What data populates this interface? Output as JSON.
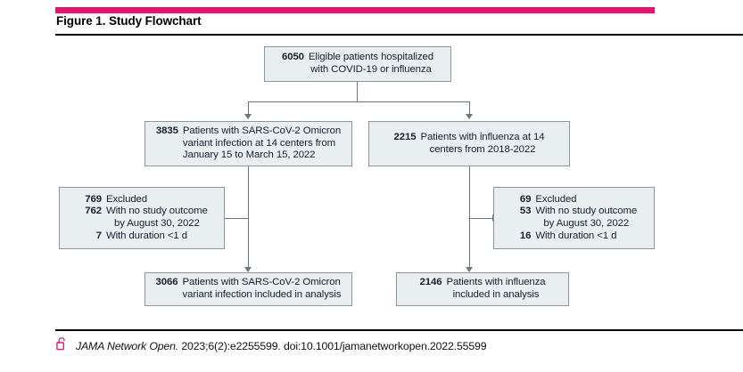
{
  "figure": {
    "title": "Figure 1. Study Flowchart",
    "accent_color": "#e4136e",
    "box_fill": "#e9eff1",
    "box_border": "#8e9699",
    "connector_color": "#6d767b"
  },
  "flow": {
    "source": {
      "number": "6050",
      "lines": [
        "Eligible patients hospitalized",
        "with COVID-19 or influenza"
      ]
    },
    "cohort_covid": {
      "number": "3835",
      "lines": [
        "Patients with SARS-CoV-2 Omicron",
        "variant infection at 14 centers from",
        "January 15 to March 15, 2022"
      ]
    },
    "cohort_influenza": {
      "number": "2215",
      "lines": [
        "Patients with influenza at 14",
        "centers from 2018-2022"
      ]
    },
    "excluded_covid": {
      "number": "769",
      "label": "Excluded",
      "reasons": [
        {
          "number": "762",
          "lines": [
            "With no study outcome",
            "by August 30, 2022"
          ]
        },
        {
          "number": "7",
          "lines": [
            "With duration <1 d"
          ]
        }
      ]
    },
    "excluded_influenza": {
      "number": "69",
      "label": "Excluded",
      "reasons": [
        {
          "number": "53",
          "lines": [
            "With no study outcome",
            "by August 30, 2022"
          ]
        },
        {
          "number": "16",
          "lines": [
            "With duration <1 d"
          ]
        }
      ]
    },
    "analysis_covid": {
      "number": "3066",
      "lines": [
        "Patients with SARS-CoV-2 Omicron",
        "variant infection included in analysis"
      ]
    },
    "analysis_influenza": {
      "number": "2146",
      "lines": [
        "Patients with influenza",
        "included in analysis"
      ]
    }
  },
  "footer": {
    "access_icon": "open-lock-icon",
    "journal": "JAMA Network Open.",
    "citation_rest": " 2023;6(2):e2255599. doi:10.1001/jamanetworkopen.2022.55599"
  }
}
